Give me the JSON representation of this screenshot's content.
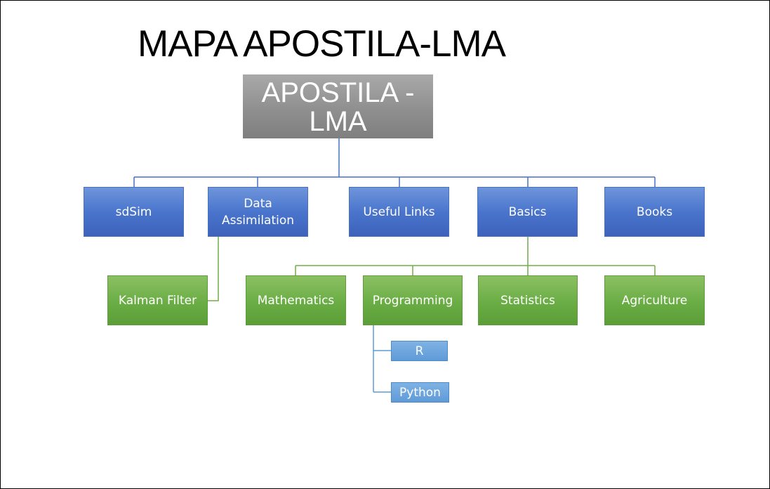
{
  "title": "MAPA APOSTILA-LMA",
  "root": "APOSTILA -\nLMA",
  "level1": {
    "sdsim": "sdSim",
    "data_assimilation": "Data\nAssimilation",
    "useful_links": "Useful Links",
    "basics": "Basics",
    "books": "Books"
  },
  "level2": {
    "kalman_filter": "Kalman Filter",
    "mathematics": "Mathematics",
    "programming": "Programming",
    "statistics": "Statistics",
    "agriculture": "Agriculture"
  },
  "level3": {
    "r": "R",
    "python": "Python"
  },
  "colors": {
    "root_fill": "#8f8f8f",
    "level1_fill": "#4472c4",
    "level2_fill": "#70ad47",
    "level3_fill": "#5b9bd5",
    "blue_connector": "#4472c4",
    "green_connector": "#70ad47",
    "lightblue_connector": "#5b9bd5"
  }
}
